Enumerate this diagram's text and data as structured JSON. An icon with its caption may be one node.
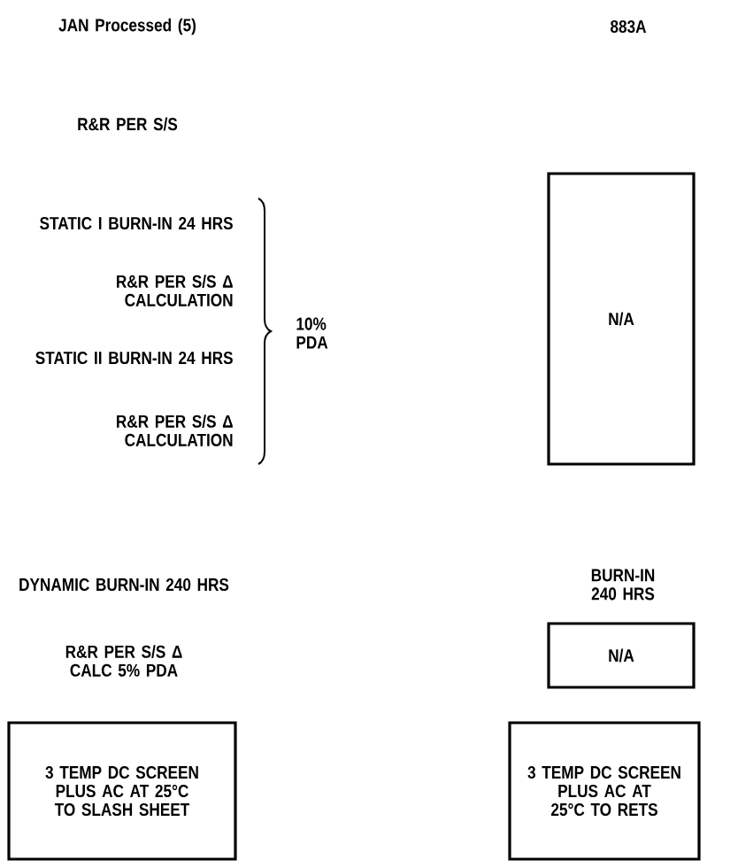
{
  "diagram": {
    "nodes": [
      {
        "text": [
          "N/A"
        ]
      },
      {
        "text": [
          "N/A"
        ]
      },
      {
        "text": [
          "3 TEMP DC SCREEN PLUS AC AT 25°C TO SLASH SHEET"
        ]
      },
      {
        "text": [
          "3 TEMP DC SCREEN PLUS AC AT 25°C TO RETS"
        ]
      }
    ],
    "edges": [],
    "labels": [
      "JAN Processed (5)",
      "883A",
      "R&R PER S/S",
      "STATIC I BURN-IN 24 HRS",
      "R&R PER S/S Δ CALCULATION",
      "10% PDA",
      "STATIC II BURN-IN 24 HRS",
      "R&R PER S/S Δ CALCULATION",
      "DYNAMIC BURN-IN 240 HRS",
      "BURN-IN 240 HRS",
      "R&R PER S/S Δ CALC 5% PDA"
    ]
  }
}
